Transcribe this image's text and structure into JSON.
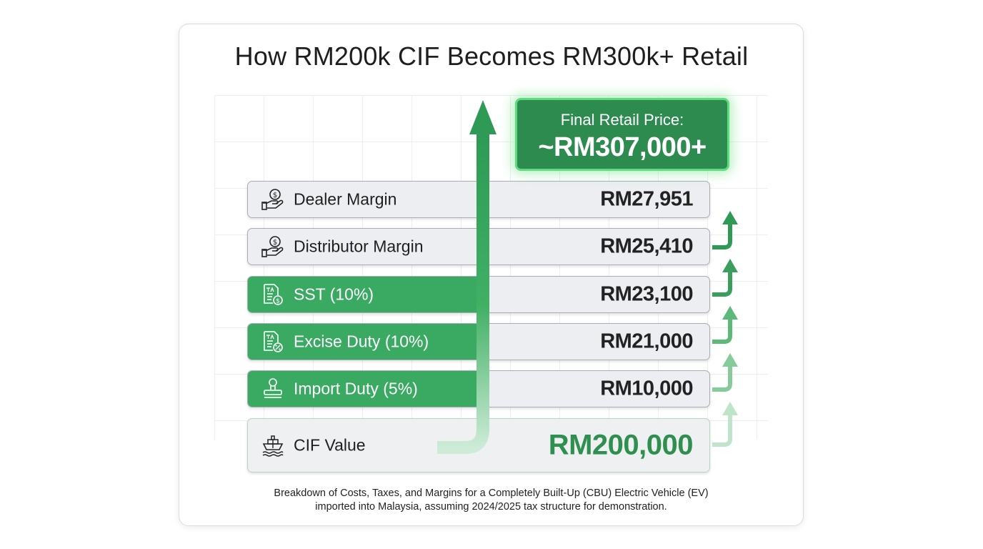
{
  "title": "How RM200k CIF Becomes RM300k+ Retail",
  "final": {
    "label": "Final Retail Price:",
    "value": "~RM307,000+"
  },
  "rows": [
    {
      "label": "Dealer Margin",
      "value": "RM27,951",
      "icon": "hand-coin-icon",
      "highlight": false
    },
    {
      "label": "Distributor Margin",
      "value": "RM25,410",
      "icon": "hand-coin-icon",
      "highlight": false
    },
    {
      "label": "SST (10%)",
      "value": "RM23,100",
      "icon": "tax-document-coin-icon",
      "highlight": true
    },
    {
      "label": "Excise Duty (10%)",
      "value": "RM21,000",
      "icon": "tax-document-percent-icon",
      "highlight": true
    },
    {
      "label": "Import Duty (5%)",
      "value": "RM10,000",
      "icon": "stamp-icon",
      "highlight": true
    },
    {
      "label": "CIF Value",
      "value": "RM200,000",
      "icon": "ship-icon",
      "highlight": false
    }
  ],
  "caption": {
    "line1": "Breakdown of Costs, Taxes, and Margins for a Completely Built-Up (CBU) Electric Vehicle (EV)",
    "line2": "imported into Malaysia, assuming 2024/2025 tax structure for demonstration."
  },
  "chart_data": {
    "type": "bar",
    "title": "How RM200k CIF Becomes RM300k+ Retail",
    "categories": [
      "CIF Value",
      "Import Duty (5%)",
      "Excise Duty (10%)",
      "SST (10%)",
      "Distributor Margin",
      "Dealer Margin"
    ],
    "values": [
      200000,
      10000,
      21000,
      23100,
      25410,
      27951
    ],
    "total": "~RM307,000+",
    "colors": {
      "tax": "#3aaa62",
      "base": "#eceef1",
      "accent": "#2e8b4f",
      "value_base": "#2f8f4e"
    }
  }
}
